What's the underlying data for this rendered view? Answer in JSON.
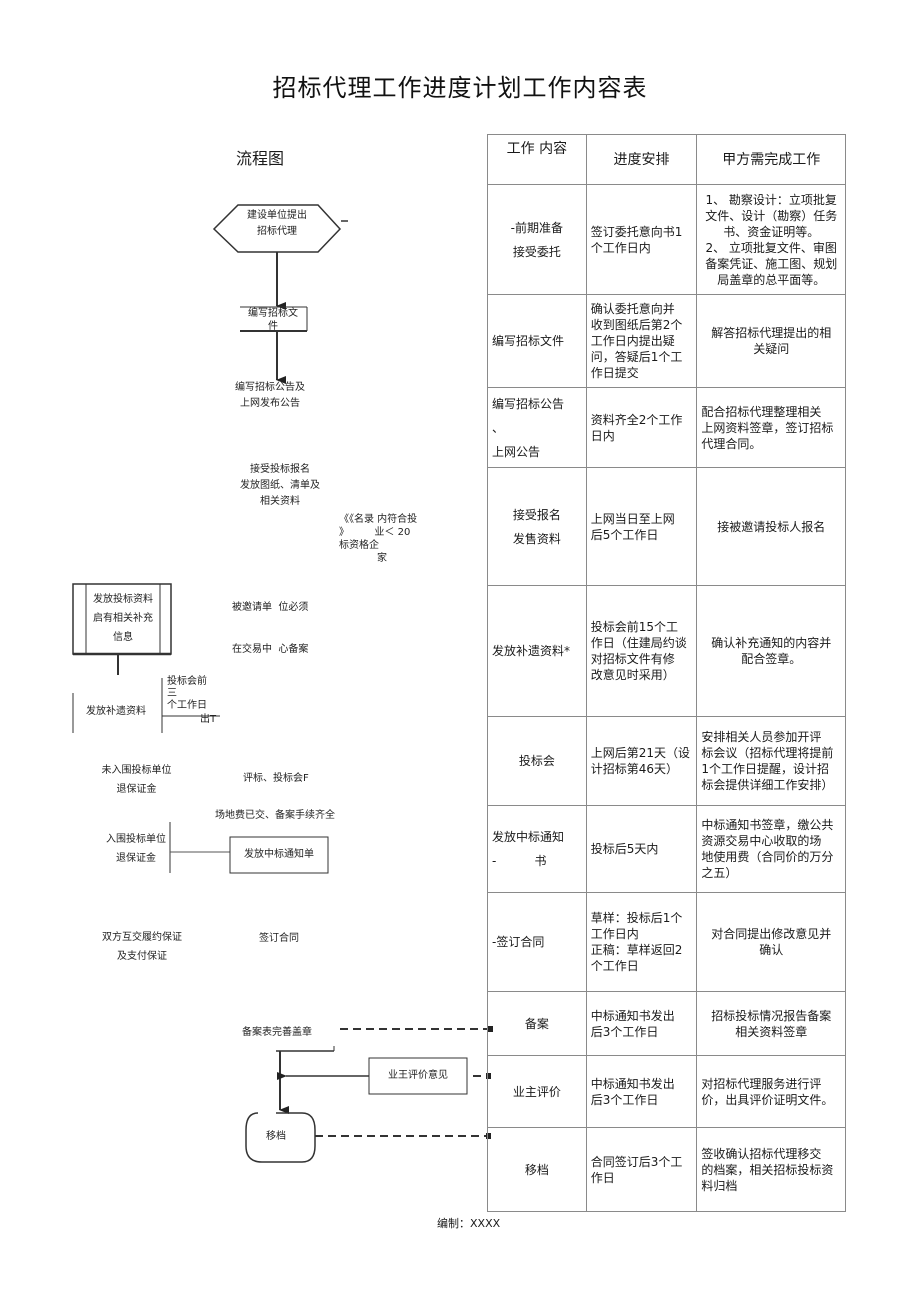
{
  "title": "招标代理工作进度计划工作内容表",
  "flowchart": {
    "label": "流程图",
    "start_node": [
      "建设单位提出",
      "招标代理"
    ],
    "write_doc_node": [
      "编写招标文",
      "件"
    ],
    "announce_text": [
      "编写招标公告及",
      "上网发布公告"
    ],
    "register_text": [
      "接受投标报名",
      "发放图纸、清单及",
      "相关资料"
    ],
    "qualified_note": [
      "《《名录 内符合投",
      "》        业＜ 20",
      "标资格企",
      "家"
    ],
    "invite_note": [
      "被邀请单  位必须",
      "在交易中  心备案"
    ],
    "distribute_node": [
      "发放投标资料",
      "启有相关补充",
      "信息"
    ],
    "supplement_node": "发放补遗资料",
    "supplement_note": [
      "投标会前",
      "三",
      "个工作日",
      "出T"
    ],
    "unselected_text": [
      "未入围投标单位",
      "退保证金"
    ],
    "evaluation_text": "评标、投标会F",
    "fee_text": "场地费已交、备案手续齐全",
    "selected_text": [
      "入围投标单位",
      "退保证金"
    ],
    "notice_node": "发放中标通知单",
    "guarantee_text": [
      "双方互交履约保证",
      "及支付保证"
    ],
    "contract_text": "签订合同",
    "record_text": "备案表完善盖章",
    "evaluation_node": "业王评价意见",
    "archive_node": "移档"
  },
  "table": {
    "headers": [
      "工作  内容",
      "进度安排",
      "甲方需完成工作"
    ],
    "rows": [
      {
        "work": [
          "-前期准备",
          "接受委托"
        ],
        "schedule": [
          "签订委托意向书1",
          "个工作日内"
        ],
        "client": [
          "1、 勘察设计：立项批复",
          "文件、设计（勘察）任务",
          "书、资金证明等。",
          "2、 立项批复文件、审图",
          "备案凭证、施工图、规划",
          "局盖章的总平面等。"
        ]
      },
      {
        "work": [
          "编写招标文件"
        ],
        "schedule": [
          "确认委托意向并",
          "收到图纸后第2个",
          "工作日内提出疑",
          "问，答疑后1个工",
          "作日提交"
        ],
        "client": [
          "解答招标代理提出的相",
          "关疑问"
        ]
      },
      {
        "work": [
          "编写招标公告",
          "、",
          "上网公告"
        ],
        "schedule": [
          "资料齐全2个工作",
          "日内"
        ],
        "client": [
          "配合招标代理整理相关",
          "上网资料签章，签订招标",
          "代理合同。"
        ]
      },
      {
        "work": [
          "接受报名",
          "发售资料"
        ],
        "schedule": [
          "上网当日至上网",
          "后5个工作日"
        ],
        "client": [
          "接被邀请投标人报名"
        ]
      },
      {
        "work": [
          "发放补遗资料*"
        ],
        "schedule": [
          "投标会前15个工",
          "作日（住建局约谈",
          "对招标文件有修",
          "改意见时采用）"
        ],
        "client": [
          "确认补充通知的内容并",
          "配合签章。"
        ]
      },
      {
        "work": [
          "投标会"
        ],
        "schedule": [
          "上网后第21天（设",
          "计招标第46天）"
        ],
        "client": [
          "安排相关人员参加开评",
          "标会议（招标代理将提前",
          "1个工作日提醒，设计招",
          "标会提供详细工作安排）"
        ]
      },
      {
        "work": [
          "发放中标通知",
          "-          书"
        ],
        "schedule": [
          "投标后5天内"
        ],
        "client": [
          "中标通知书签章，缴公共",
          "资源交易中心收取的场",
          "地使用费（合同价的万分",
          "之五）"
        ]
      },
      {
        "work": [
          "-签订合同"
        ],
        "schedule": [
          "草样：投标后1个",
          "工作日内",
          "正稿：草样返回2",
          "个工作日"
        ],
        "client": [
          "对合同提出修改意见并",
          "确认"
        ]
      },
      {
        "work": [
          "备案"
        ],
        "schedule": [
          "中标通知书发出",
          "后3个工作日"
        ],
        "client": [
          "招标投标情况报告备案",
          "相关资料签章"
        ]
      },
      {
        "work": [
          "业主评价"
        ],
        "schedule": [
          "中标通知书发出",
          "后3个工作日"
        ],
        "client": [
          "对招标代理服务进行评",
          "价，出具评价证明文件。"
        ]
      },
      {
        "work": [
          "移档"
        ],
        "schedule": [
          "合同签订后3个工",
          "作日"
        ],
        "client": [
          "签收确认招标代理移交",
          "的档案，相关招标投标资",
          "料归档"
        ]
      }
    ]
  },
  "footer": "编制：XXXX"
}
